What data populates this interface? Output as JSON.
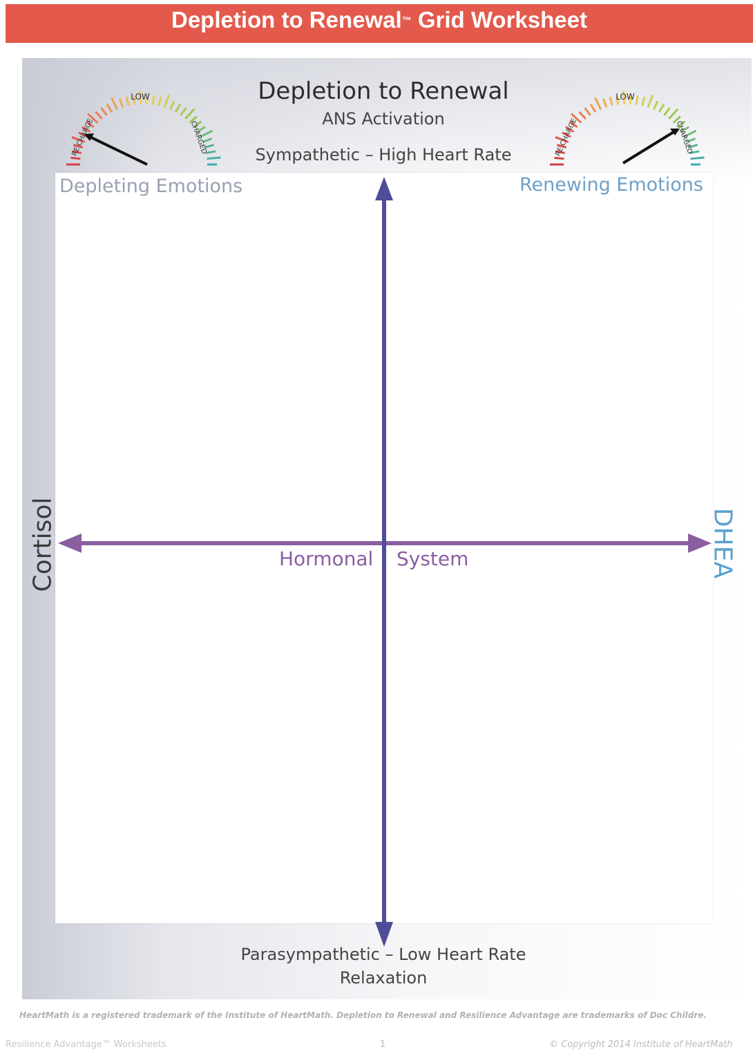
{
  "header": {
    "title": "Depletion to Renewal",
    "tm": "™",
    "rest": " Grid Worksheet"
  },
  "chart": {
    "title": "Depletion to Renewal",
    "subtitle": "ANS Activation",
    "top_label": "Sympathetic – High Heart Rate",
    "bottom_label_1": "Parasympathetic – Low Heart Rate",
    "bottom_label_2": "Relaxation",
    "left_axis": "Cortisol",
    "right_axis": "DHEA",
    "center_left": "Hormonal",
    "center_right": "System",
    "quadrant_left": "Depleting Emotions",
    "quadrant_right": "Renewing Emotions"
  },
  "gauges": {
    "left": {
      "low": "LOW",
      "recharge": "RE CHARGE",
      "charged": "CHARGED",
      "needle": "recharge"
    },
    "right": {
      "low": "LOW",
      "recharge": "RE CHARGE",
      "charged": "CHARGED",
      "needle": "charged"
    }
  },
  "colors": {
    "banner": "#e35a4c",
    "axis": "#4f4d97",
    "horizontal_axis": "#8a5ea0",
    "dhea": "#5aa2cc",
    "renewing": "#6fa0c8"
  },
  "footer": {
    "trademark": "HeartMath is a registered trademark of the Institute of HeartMath. Depletion to Renewal and Resilience Advantage are trademarks of Doc Childre.",
    "left": "Resilience Advantage™ Worksheets",
    "page": "1",
    "right": "© Copyright 2014 Institute of HeartMath"
  }
}
